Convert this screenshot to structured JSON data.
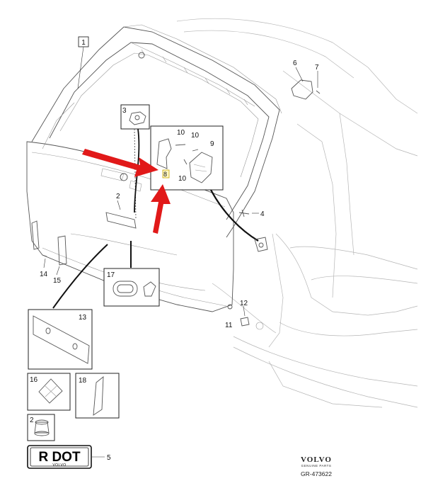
{
  "callouts": {
    "c1": "1",
    "c2": "2",
    "c3": "3",
    "c4": "4",
    "c5": "5",
    "c6": "6",
    "c7": "7",
    "c8": "8",
    "c9": "9",
    "c10a": "10",
    "c10b": "10",
    "c10c": "10",
    "c11": "11",
    "c12": "12",
    "c13": "13",
    "c14": "14",
    "c15": "15",
    "c16": "16",
    "c17": "17",
    "c18": "18",
    "c2b": "2"
  },
  "plate": {
    "text": "R DOT",
    "brand": "VOLVO"
  },
  "footer": {
    "brand": "VOLVO",
    "brand_sub": "GENUINE PARTS",
    "drawing_number": "GR-473622"
  },
  "colors": {
    "arrow": "#e11919",
    "line": "#555555",
    "frame": "#222222"
  }
}
